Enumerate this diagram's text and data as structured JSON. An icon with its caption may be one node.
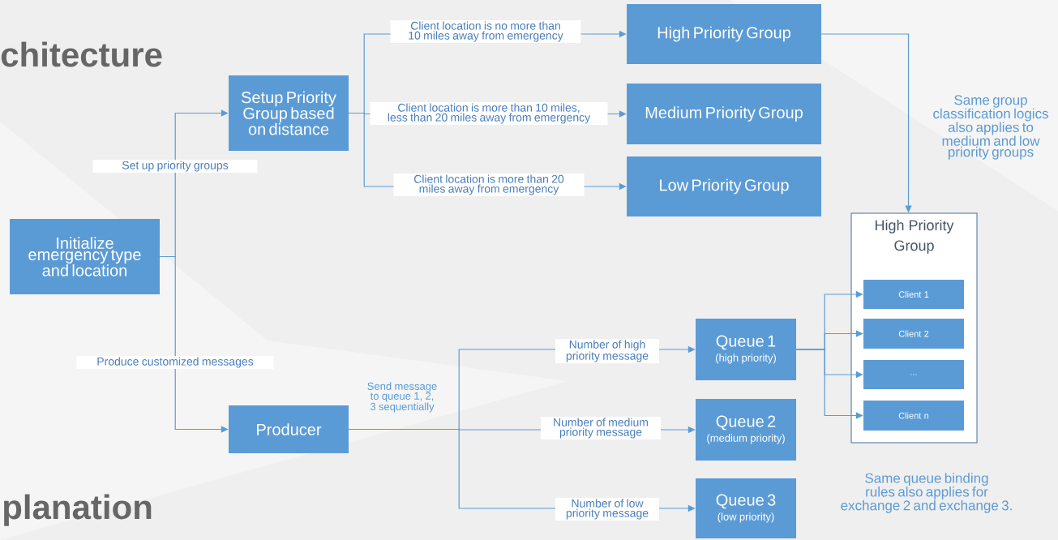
{
  "diagram": {
    "nodes": [
      {
        "text": [
          "Initialize emergency type and location"
        ]
      },
      {
        "text": [
          "Setup Priority Group based on distance"
        ]
      },
      {
        "text": [
          "High Priority Group"
        ]
      },
      {
        "text": [
          "Medium Priority Group"
        ]
      },
      {
        "text": [
          "Low Priority Group"
        ]
      },
      {
        "text": [
          "Producer"
        ]
      },
      {
        "text": [
          "Queue 1",
          "(high priority)"
        ]
      },
      {
        "text": [
          "Queue 2",
          "(medium priority)"
        ]
      },
      {
        "text": [
          "Queue 3",
          "(low priority)"
        ]
      },
      {
        "text": [
          "High Priority Group"
        ]
      },
      {
        "text": [
          "Client 1"
        ],
        "in": 9
      },
      {
        "text": [
          "Client 2"
        ],
        "in": 9
      },
      {
        "text": [
          "..."
        ],
        "in": 9
      },
      {
        "text": [
          "Client n"
        ],
        "in": 9
      }
    ],
    "edges": [
      {
        "from": 0,
        "to": 1,
        "arrow": "to",
        "label": "Set up priority groups"
      },
      {
        "from": 0,
        "to": 5,
        "arrow": "to",
        "label": "Produce customized messages"
      },
      {
        "from": 1,
        "to": 2,
        "arrow": "to",
        "label": "Client location is no more than 10 miles away from emergency"
      },
      {
        "from": 1,
        "to": 3,
        "arrow": "to",
        "label": "Client location is more than 10 miles, less than 20 miles away from emergency"
      },
      {
        "from": 1,
        "to": 4,
        "arrow": "to",
        "label": "Client location is more than 20 miles away from emergency"
      },
      {
        "from": 2,
        "to": 9,
        "arrow": "to"
      },
      {
        "from": 5,
        "to": 6,
        "arrow": "to",
        "label": "Number of high priority message"
      },
      {
        "from": 5,
        "to": 7,
        "arrow": "to",
        "label": "Number of medium priority message"
      },
      {
        "from": 5,
        "to": 8,
        "arrow": "to",
        "label": "Number of low priority message"
      },
      {
        "from": 6,
        "to": 10,
        "arrow": "to"
      },
      {
        "from": 6,
        "to": 11,
        "arrow": "to"
      },
      {
        "from": 6,
        "to": 12,
        "arrow": "to"
      },
      {
        "from": 6,
        "to": 13,
        "arrow": "to"
      }
    ],
    "labels": [
      "chitecture",
      "Same group classification logics also applies to medium and low priority groups",
      "Send message to queue 1, 2, 3 sequentially",
      "Same queue binding rules also applies for exchange 2 and exchange 3.",
      "planation"
    ]
  }
}
